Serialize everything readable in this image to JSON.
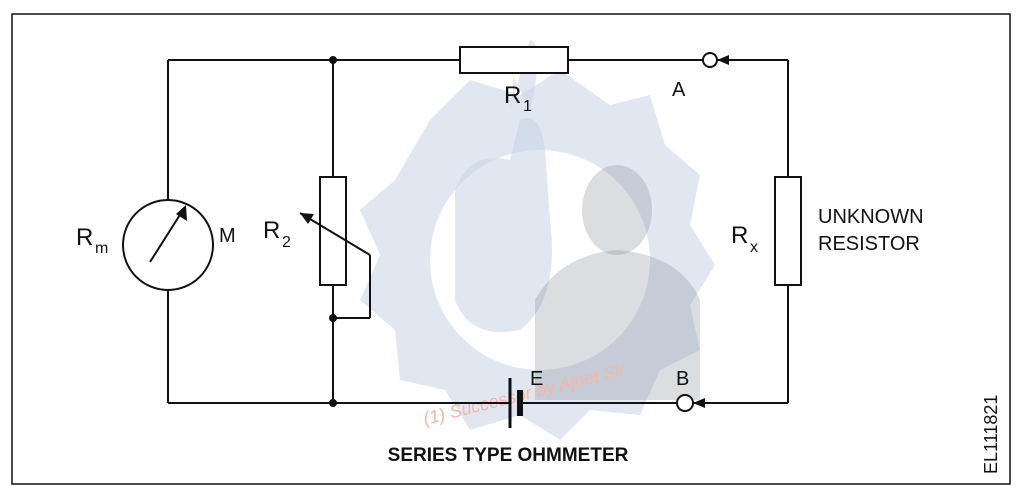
{
  "labels": {
    "meter_resistance": "R",
    "meter_resistance_sub": "m",
    "meter": "M",
    "r2": "R",
    "r2_sub": "2",
    "r1": "R",
    "r1_sub": "1",
    "terminal_a": "A",
    "terminal_b": "B",
    "battery": "E",
    "rx": "R",
    "rx_sub": "x",
    "unknown_line1": "UNKNOWN",
    "unknown_line2": "RESISTOR"
  },
  "caption": "SERIES TYPE OHMMETER",
  "figure_code": "EL111821",
  "watermark_text": "(1) Successor by Ajeet Sir",
  "colors": {
    "border": "#111111",
    "watermark_logo": "#c9d3e6",
    "watermark_text": "#f2b7a8"
  }
}
